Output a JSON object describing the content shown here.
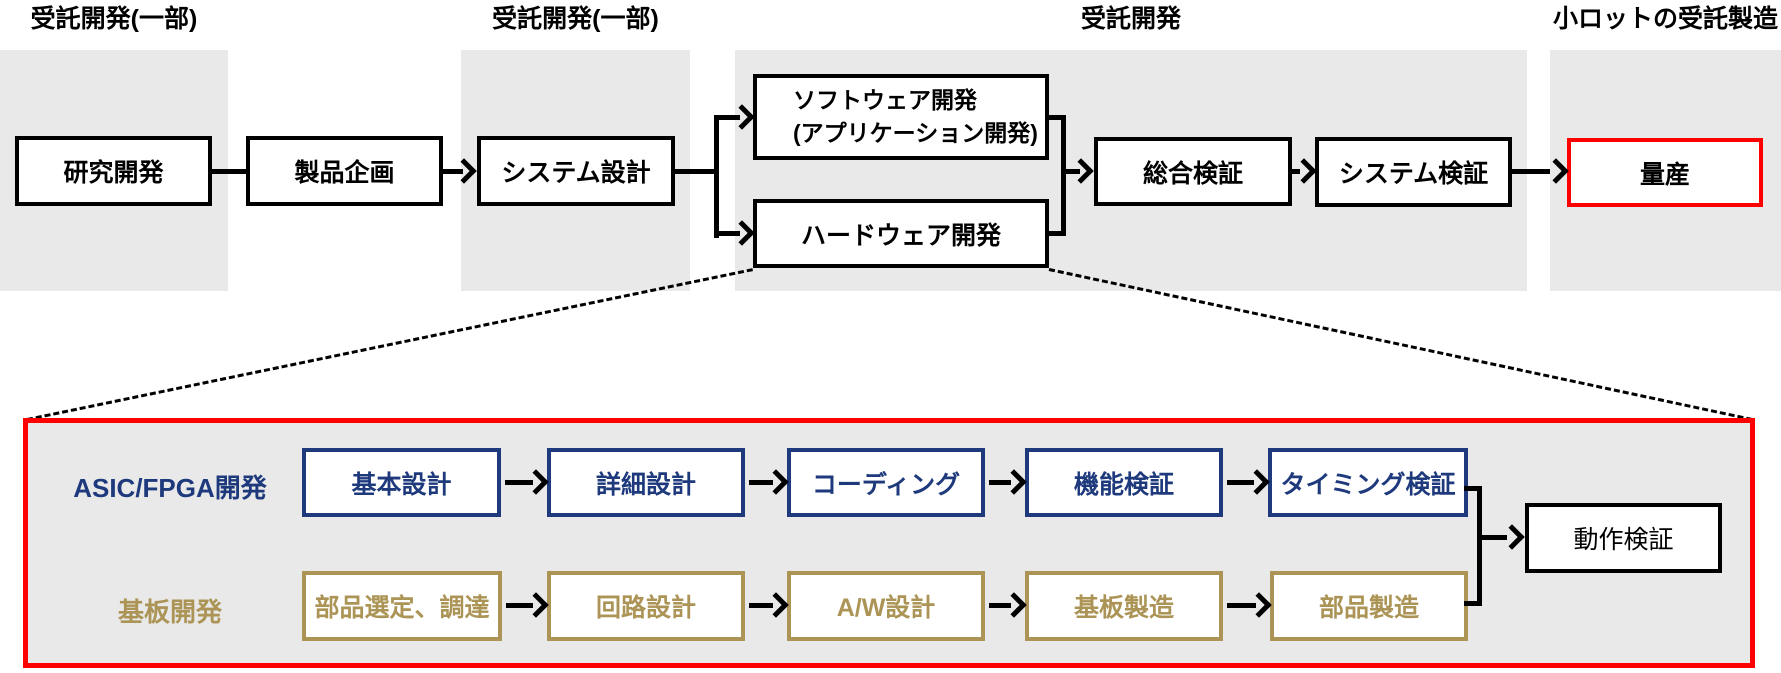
{
  "header_labels": [
    {
      "text": "受託開発(一部)"
    },
    {
      "text": "受託開発(一部)"
    },
    {
      "text": "受託開発"
    },
    {
      "text": "小ロットの受託製造"
    }
  ],
  "main_flow": {
    "research": "研究開発",
    "planning": "製品企画",
    "system_design": "システム設計",
    "software_line1": "ソフトウェア開発",
    "software_line2": "(アプリケーション開発)",
    "hardware": "ハードウェア開発",
    "integration_test": "総合検証",
    "system_test": "システム検証",
    "mass_production": "量産"
  },
  "detail_panel": {
    "rows": [
      {
        "label": "ASIC/FPGA開発",
        "color": "#1e3a7c",
        "steps": [
          "基本設計",
          "詳細設計",
          "コーディング",
          "機能検証",
          "タイミング検証"
        ]
      },
      {
        "label": "基板開発",
        "color": "#ab9455",
        "steps": [
          "部品選定、調達",
          "回路設計",
          "A/W設計",
          "基板製造",
          "部品製造"
        ]
      }
    ],
    "merge_box": "動作検証"
  },
  "colors": {
    "section_gray": "#e9e9e9",
    "highlight_red": "#ff0000",
    "asic_navy": "#1e3a7c",
    "board_gold": "#ab9455",
    "line_black": "#000000"
  }
}
